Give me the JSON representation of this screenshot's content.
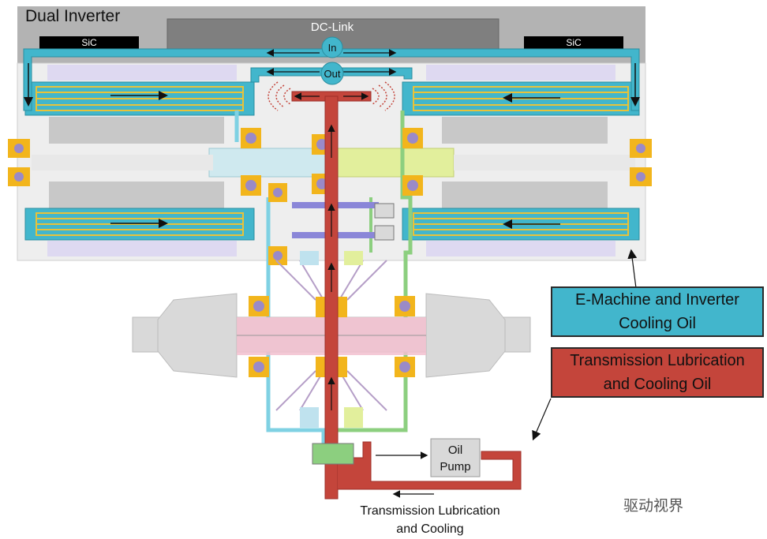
{
  "title": "Dual Inverter",
  "dc_link": "DC-Link",
  "sic_left": "SiC",
  "sic_right": "SiC",
  "port_in": "In",
  "port_out": "Out",
  "oil_pump_line1": "Oil",
  "oil_pump_line2": "Pump",
  "legend_cooling": "E-Machine and Inverter\nCooling Oil",
  "legend_lubrication": "Transmission Lubrication\nand Cooling Oil",
  "bottom_caption": "Transmission Lubrication\nand Cooling",
  "watermark": "驱动视界",
  "colors": {
    "cooling_oil": "#42b6cc",
    "lubrication_oil": "#c4453b",
    "housing": "#b3b3b3",
    "dc_link": "#7f7f7f",
    "rotor": "#c8c8c8",
    "winding": "#e8c23a",
    "shaft_left": "#cfe9ef",
    "shaft_right": "#e2ef9c",
    "bearing_ring": "#f2b51c",
    "bearing_ball": "#9a8ac8",
    "green_line": "#8ccf7f",
    "pink_gear": "#f2c0cf",
    "lavender": "#ded9f1",
    "differential": "#d9d9d9"
  }
}
